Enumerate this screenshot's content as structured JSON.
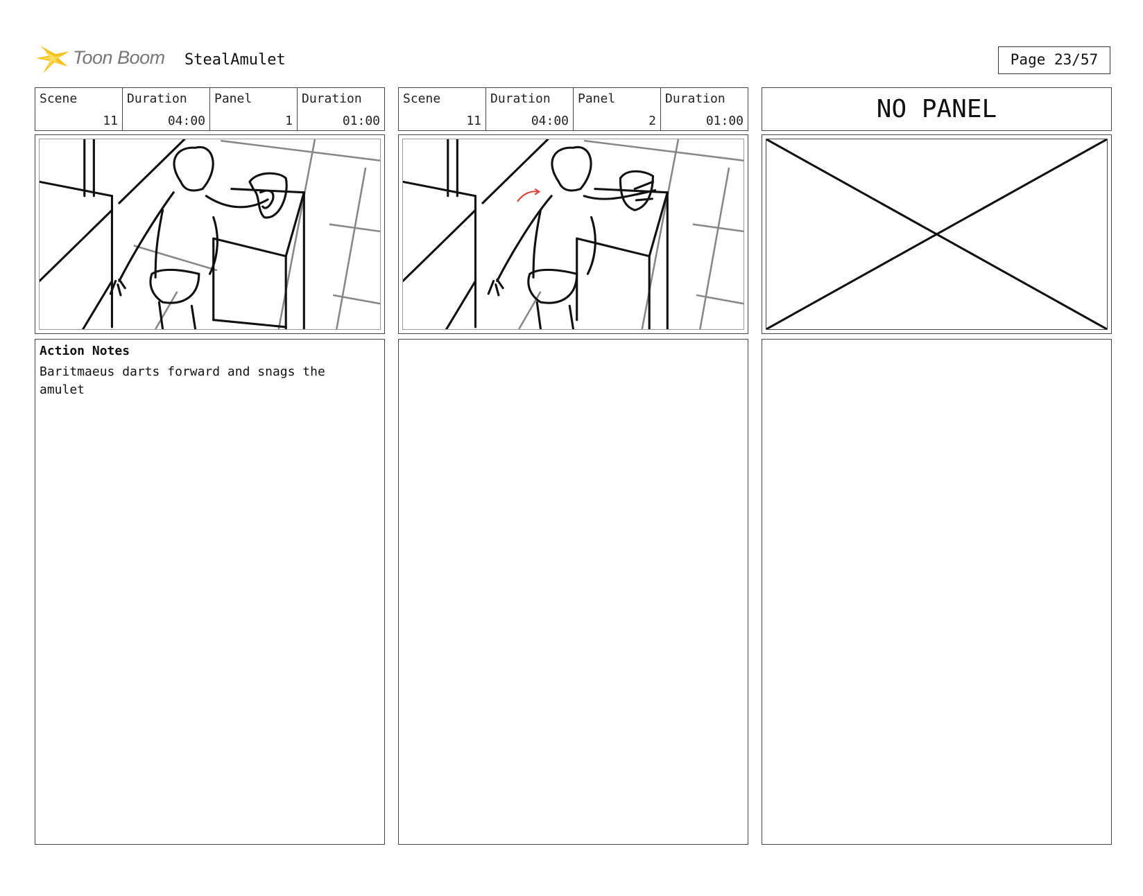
{
  "header": {
    "logo_text": "Toon Boom",
    "project_title": "StealAmulet",
    "page_label": "Page 23/57"
  },
  "labels": {
    "scene": "Scene",
    "duration": "Duration",
    "panel": "Panel"
  },
  "panels": [
    {
      "scene": "11",
      "scene_duration": "04:00",
      "panel": "1",
      "panel_duration": "01:00",
      "notes_title": "Action Notes",
      "notes_text": "Baritmaeus darts forward and snags the amulet"
    },
    {
      "scene": "11",
      "scene_duration": "04:00",
      "panel": "2",
      "panel_duration": "01:00",
      "notes_title": "",
      "notes_text": ""
    }
  ],
  "empty_panel": {
    "label": "NO PANEL"
  },
  "colors": {
    "logo_yellow": "#f6c21a",
    "motion_arrow": "#d9443a"
  }
}
